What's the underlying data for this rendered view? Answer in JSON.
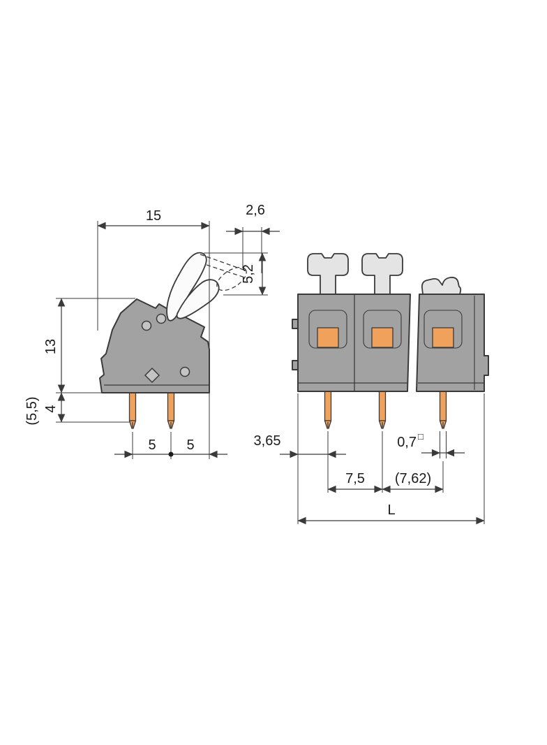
{
  "side_view": {
    "dim_total_width": "15",
    "dim_lever_travel": "2,6",
    "dim_lever_tip_height": "5,2",
    "dim_body_height": "13",
    "dim_pin_length": "4",
    "dim_pin_length_alt": "(5,5)",
    "dim_pin_pitch_left": "5",
    "dim_pin_pitch_right": "5"
  },
  "front_view": {
    "dim_left_edge_to_first_pin": "3,65",
    "dim_pin_cross_section": "0,7",
    "dim_pin_cross_section_square_symbol": "□",
    "dim_pin_pitch": "7,5",
    "dim_pin_pitch_alt": "(7,62)",
    "dim_overall_length": "L"
  },
  "colors": {
    "body_gray": "#a2a2a2",
    "part_light_gray": "#e4e4e4",
    "pin_orange": "#f0a25c",
    "line_dark": "#3a3a3a",
    "background": "#ffffff"
  }
}
